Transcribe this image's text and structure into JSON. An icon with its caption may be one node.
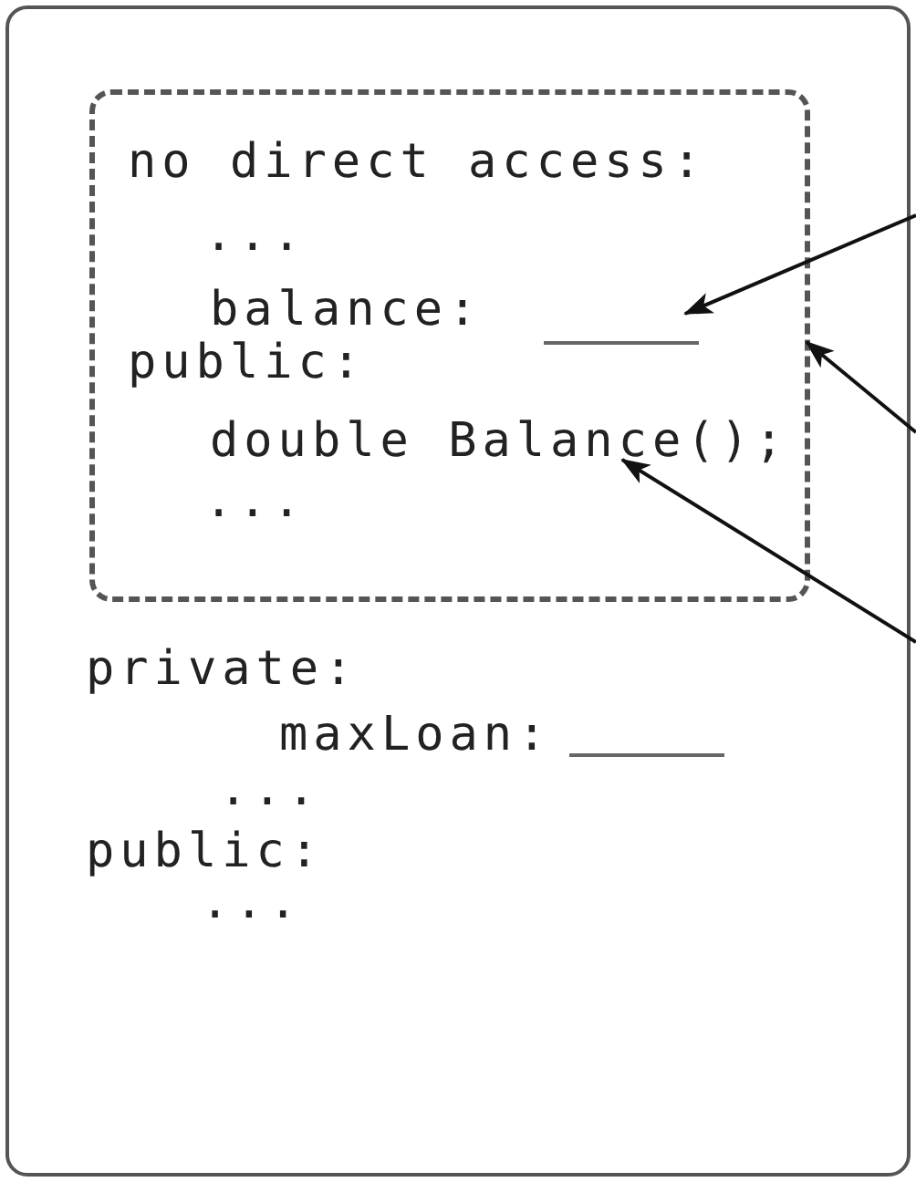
{
  "diagram": {
    "nodes": [
      {
        "text": [
          "private:",
          "maxLoan:",
          "...",
          "public:",
          "..."
        ]
      },
      {
        "text": [
          "no direct access:",
          "...",
          "public:",
          "..."
        ],
        "in": 0
      },
      {
        "text": [
          "balance:"
        ],
        "in": 1
      },
      {
        "text": [],
        "shape": "bar",
        "in": 1
      },
      {
        "text": [
          "double Balance();"
        ],
        "in": 1
      }
    ],
    "edges": [
      {
        "from": null,
        "to": 3,
        "arrow": "to"
      },
      {
        "from": null,
        "to": 1,
        "arrow": "to"
      },
      {
        "from": null,
        "to": 4,
        "arrow": "to"
      }
    ]
  }
}
